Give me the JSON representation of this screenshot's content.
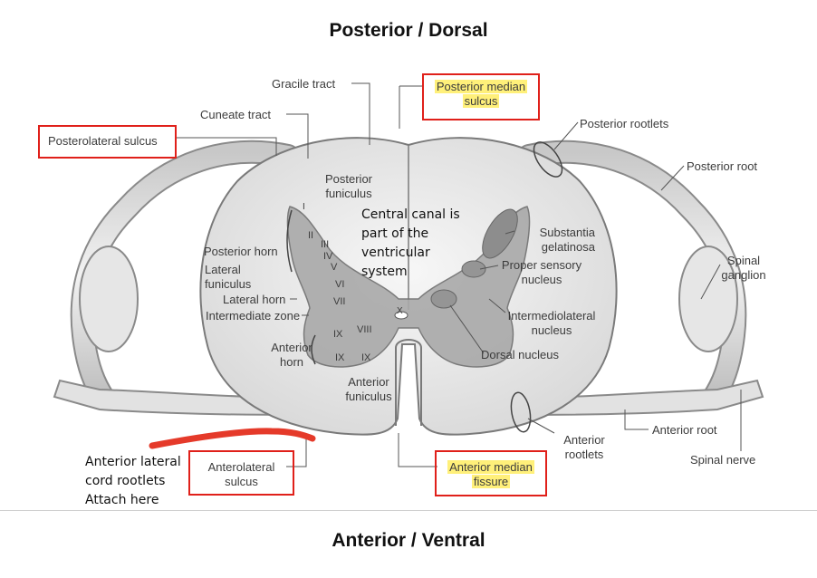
{
  "titles": {
    "top": "Posterior / Dorsal",
    "bottom": "Anterior / Ventral"
  },
  "labels": {
    "gracile_tract": "Gracile tract",
    "cuneate_tract": "Cuneate tract",
    "posterolateral_sulcus": "Posterolateral sulcus",
    "posterior_median_sulcus_1": "Posterior median",
    "posterior_median_sulcus_2": "sulcus",
    "posterior_rootlets": "Posterior rootlets",
    "posterior_root": "Posterior root",
    "posterior_funiculus_1": "Posterior",
    "posterior_funiculus_2": "funiculus",
    "substantia_gelatinosa_1": "Substantia",
    "substantia_gelatinosa_2": "gelatinosa",
    "proper_sensory_nucleus_1": "Proper sensory",
    "proper_sensory_nucleus_2": "nucleus",
    "spinal_ganglion_1": "Spinal",
    "spinal_ganglion_2": "ganglion",
    "posterior_horn": "Posterior horn",
    "lateral_funiculus_1": "Lateral",
    "lateral_funiculus_2": "funiculus",
    "lateral_horn": "Lateral horn",
    "intermediate_zone": "Intermediate zone",
    "anterior_horn_1": "Anterior",
    "anterior_horn_2": "horn",
    "intermediolateral_nucleus_1": "Intermediolateral",
    "intermediolateral_nucleus_2": "nucleus",
    "dorsal_nucleus": "Dorsal nucleus",
    "anterior_funiculus_1": "Anterior",
    "anterior_funiculus_2": "funiculus",
    "anterior_rootlets_1": "Anterior",
    "anterior_rootlets_2": "rootlets",
    "anterior_root": "Anterior root",
    "spinal_nerve": "Spinal nerve",
    "anterolateral_sulcus_1": "Anterolateral",
    "anterolateral_sulcus_2": "sulcus",
    "anterior_median_fissure_1": "Anterior median",
    "anterior_median_fissure_2": "fissure"
  },
  "laminae": [
    "I",
    "II",
    "III",
    "IV",
    "V",
    "VI",
    "VII",
    "VIII",
    "IX",
    "IX",
    "IX",
    "X"
  ],
  "notes": {
    "central_canal": [
      "Central canal is",
      "part of the",
      "ventricular",
      "system"
    ],
    "anterior_lateral": [
      "Anterior lateral",
      "cord rootlets",
      "Attach here"
    ]
  },
  "colors": {
    "highlight_box": "#e0201a",
    "highlight_fill": "#fff07a",
    "gray_matter": "#a9a9a9",
    "white_matter": "#efefef"
  }
}
